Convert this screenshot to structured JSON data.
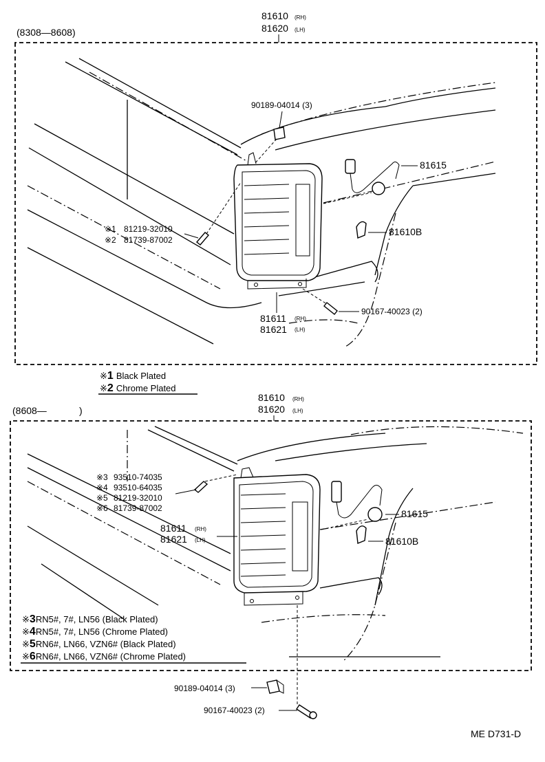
{
  "top": {
    "period": "(8308—8608)",
    "lamp_assy": {
      "no1": "81610",
      "tag1": "(RH)",
      "no2": "81620",
      "tag2": "(LH)"
    },
    "clip": "90189-04014 (3)",
    "socket": "81615",
    "bulb": "81610B",
    "screw_a": {
      "mark": "※1",
      "no": "81219-32010"
    },
    "screw_b": {
      "mark": "※2",
      "no": "81739-87002"
    },
    "screw_bottom": "90167-40023 (2)",
    "lens": {
      "no1": "81611",
      "tag1": "(RH)",
      "no2": "81621",
      "tag2": "(LH)"
    },
    "notes": [
      {
        "mark": "※",
        "num": "1",
        "text": "Black Plated"
      },
      {
        "mark": "※",
        "num": "2",
        "text": "Chrome Plated"
      }
    ]
  },
  "bottom": {
    "period": "(8608—",
    "period_close": ")",
    "lamp_assy": {
      "no1": "81610",
      "tag1": "(RH)",
      "no2": "81620",
      "tag2": "(LH)"
    },
    "parts_list": [
      {
        "mark": "※3",
        "no": "93510-74035"
      },
      {
        "mark": "※4",
        "no": "93510-64035"
      },
      {
        "mark": "※5",
        "no": "81219-32010"
      },
      {
        "mark": "※6",
        "no": "81739-87002"
      }
    ],
    "lens": {
      "no1": "81611",
      "tag1": "(RH)",
      "no2": "81621",
      "tag2": "(LH)"
    },
    "socket": "81615",
    "bulb": "81610B",
    "notes": [
      {
        "mark": "※",
        "num": "3",
        "text": "RN5#, 7#, LN56 (Black Plated)"
      },
      {
        "mark": "※",
        "num": "4",
        "text": "RN5#, 7#, LN56 (Chrome Plated)"
      },
      {
        "mark": "※",
        "num": "5",
        "text": "RN6#, LN66, VZN6# (Black Plated)"
      },
      {
        "mark": "※",
        "num": "6",
        "text": "RN6#, LN66, VZN6# (Chrome Plated)"
      }
    ],
    "clip": "90189-04014 (3)",
    "screw_bottom": "90167-40023 (2)"
  },
  "footer": {
    "code": "ME  D731-D"
  }
}
